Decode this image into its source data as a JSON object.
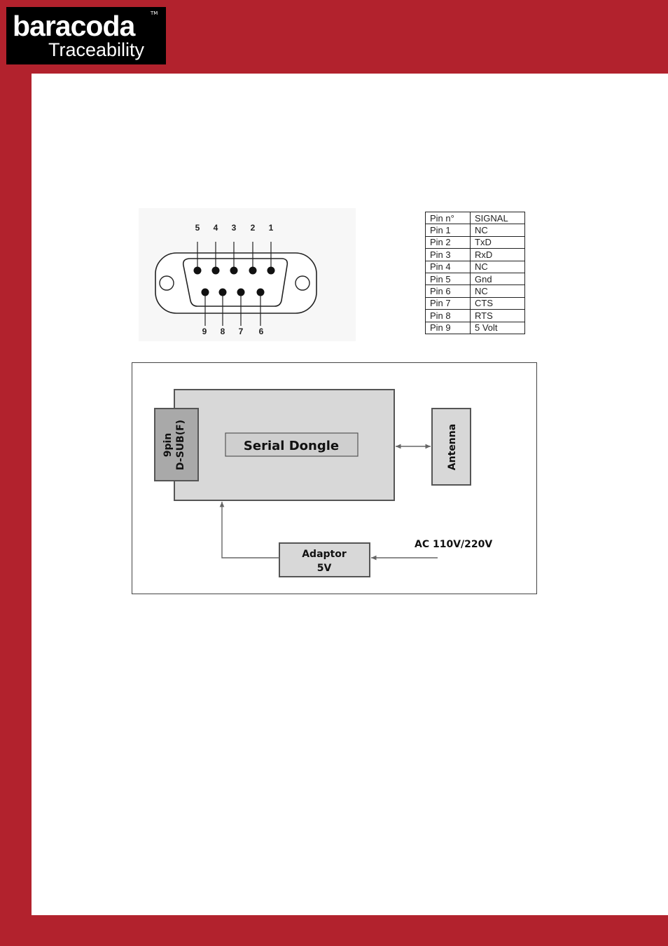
{
  "header": {
    "logo_brand": "baracoda",
    "logo_tm": "TM",
    "logo_sub": "Traceability"
  },
  "colors": {
    "frame": "#b2222d",
    "logo_bg": "#000000",
    "box_fill": "#d8d8d8",
    "dsub_fill": "#a9a9a9"
  },
  "connector": {
    "top_pins": [
      "5",
      "4",
      "3",
      "2",
      "1"
    ],
    "bottom_pins": [
      "9",
      "8",
      "7",
      "6"
    ]
  },
  "pin_table": {
    "headers": [
      "Pin n°",
      "SIGNAL"
    ],
    "rows": [
      [
        "Pin 1",
        "NC"
      ],
      [
        "Pin 2",
        "TxD"
      ],
      [
        "Pin 3",
        "RxD"
      ],
      [
        "Pin 4",
        "NC"
      ],
      [
        "Pin 5",
        "Gnd"
      ],
      [
        "Pin 6",
        "NC"
      ],
      [
        "Pin 7",
        "CTS"
      ],
      [
        "Pin 8",
        "RTS"
      ],
      [
        "Pin 9",
        "5 Volt"
      ]
    ]
  },
  "diagram": {
    "dsub_line1": "9pin",
    "dsub_line2": "D-SUB(F)",
    "dongle_label": "Serial Dongle",
    "antenna_label": "Antenna",
    "adaptor_line1": "Adaptor",
    "adaptor_line2": "5V",
    "ac_label": "AC 110V/220V"
  }
}
